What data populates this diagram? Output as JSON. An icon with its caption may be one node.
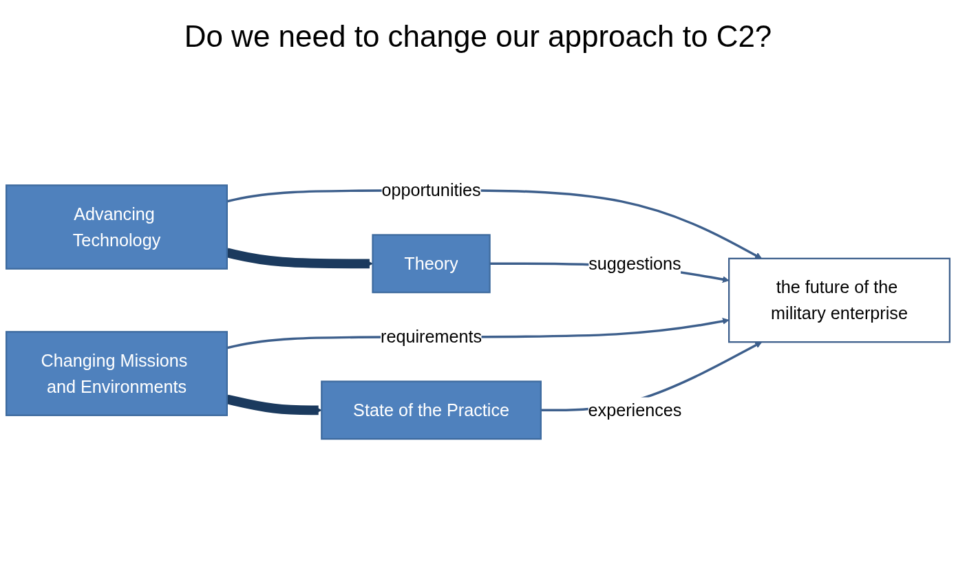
{
  "diagram": {
    "title": "Do we need to change our approach to C2?",
    "nodes": [
      {
        "text": [
          "Advancing Technology"
        ]
      },
      {
        "text": [
          "Changing Missions and Environments"
        ]
      },
      {
        "text": [
          "the future of the military enterprise"
        ]
      },
      {
        "text": [
          "Theory"
        ]
      },
      {
        "text": [
          "State of the Practice"
        ]
      }
    ],
    "edges": [
      {
        "from": 0,
        "to": 2,
        "arrow": "to",
        "label": "opportunities"
      },
      {
        "from": 1,
        "to": 2,
        "arrow": "to",
        "label": "requirements"
      },
      {
        "from": 3,
        "to": 2,
        "arrow": "to",
        "label": "suggestions"
      },
      {
        "from": 4,
        "to": 2,
        "arrow": "to",
        "label": "experiences"
      },
      {
        "from": 0,
        "to": 3,
        "arrow": "to",
        "style": "thick",
        "color": "#1b3a5e"
      },
      {
        "from": 1,
        "to": 4,
        "arrow": "to",
        "style": "thick",
        "color": "#1b3a5e"
      }
    ]
  }
}
